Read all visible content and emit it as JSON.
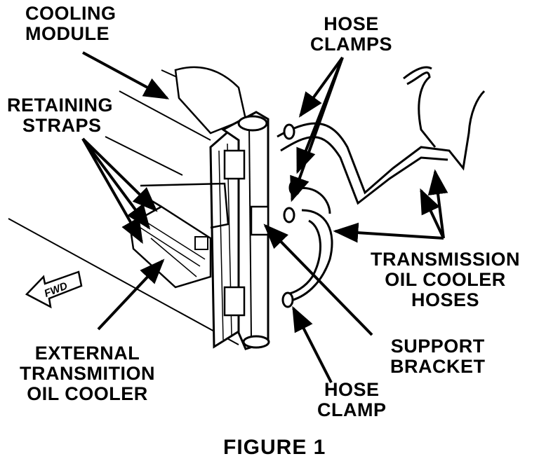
{
  "labels": {
    "cooling_module": [
      "COOLING",
      "MODULE"
    ],
    "hose_clamps": [
      "HOSE",
      "CLAMPS"
    ],
    "retaining_straps": [
      "RETAINING",
      "STRAPS"
    ],
    "transmission_hoses": [
      "TRANSMISSION",
      "OIL COOLER",
      "HOSES"
    ],
    "support_bracket": [
      "SUPPORT",
      "BRACKET"
    ],
    "external_cooler": [
      "EXTERNAL",
      "TRANSMITION",
      "OIL COOLER"
    ],
    "hose_clamp": [
      "HOSE",
      "CLAMP"
    ],
    "fwd": "FWD"
  },
  "caption": "FIGURE 1",
  "colors": {
    "ink": "#000000",
    "paper": "#ffffff"
  }
}
